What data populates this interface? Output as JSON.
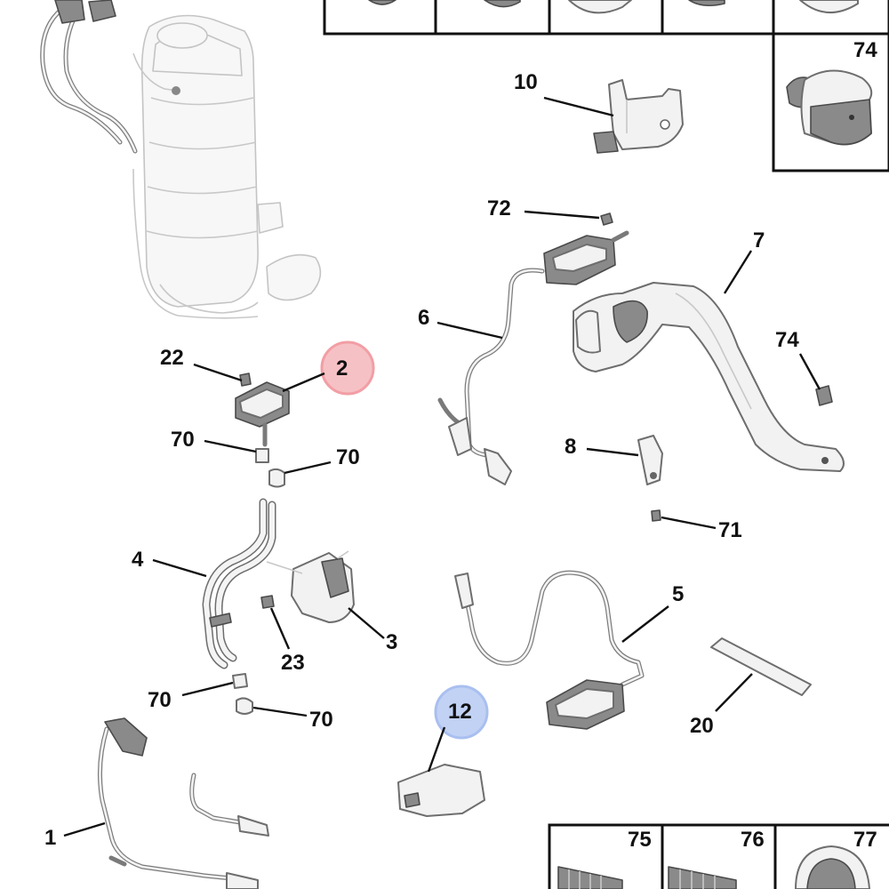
{
  "callouts": {
    "c10": "10",
    "c72": "72",
    "c7": "7",
    "c6": "6",
    "c74_right": "74",
    "c74_box": "74",
    "c22": "22",
    "c2": "2",
    "c70_a": "70",
    "c70_b": "70",
    "c8": "8",
    "c71": "71",
    "c4": "4",
    "c3": "3",
    "c23": "23",
    "c5": "5",
    "c70_c": "70",
    "c70_d": "70",
    "c12": "12",
    "c20": "20",
    "c1": "1",
    "c75": "75",
    "c76": "76",
    "c77": "77"
  },
  "highlights": {
    "part_2": "#f5b7bc",
    "part_12": "#b7cbf3"
  },
  "icons": [
    "clip-icon",
    "push-rivet-icon",
    "screw-icon",
    "hose-clamp-icon"
  ]
}
